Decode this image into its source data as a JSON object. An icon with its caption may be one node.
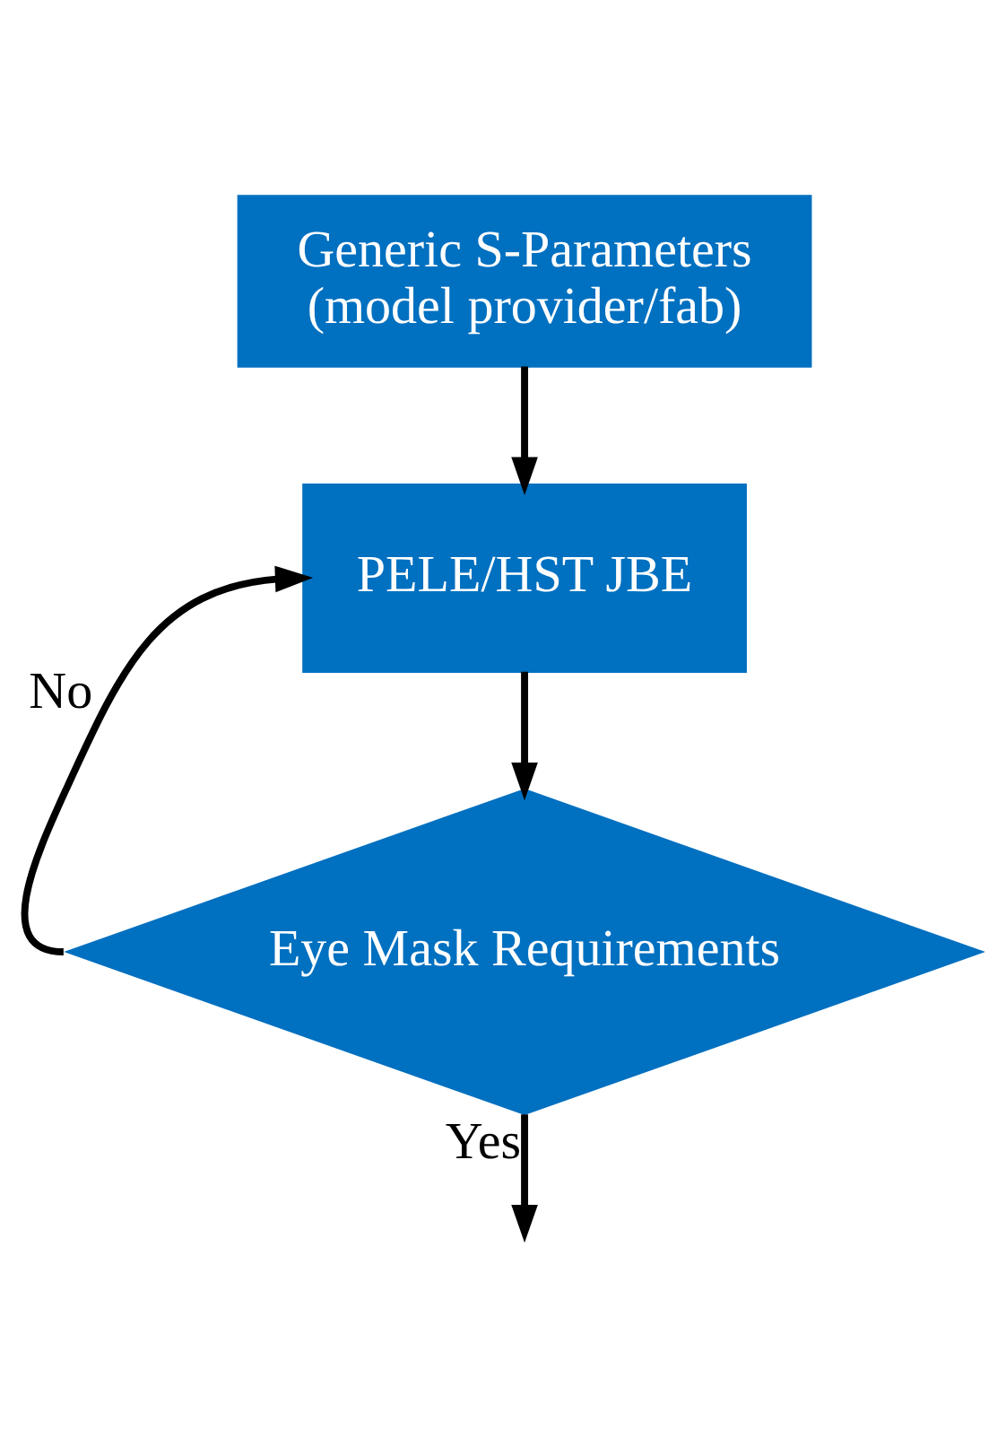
{
  "diagram": {
    "nodes": [
      {
        "text": [
          "Generic S-Parameters (model provider/fab)"
        ]
      },
      {
        "text": [
          "PELE/HST JBE"
        ]
      },
      {
        "text": [
          "Eye Mask Requirements"
        ]
      }
    ],
    "edges": [
      {
        "from": 0,
        "to": 1,
        "arrow": "to"
      },
      {
        "from": 1,
        "to": 2,
        "arrow": "to"
      },
      {
        "from": 2,
        "to": 1,
        "arrow": "to",
        "label": "No"
      },
      {
        "from": 2,
        "to": null,
        "arrow": "to",
        "label": "Yes"
      }
    ]
  }
}
